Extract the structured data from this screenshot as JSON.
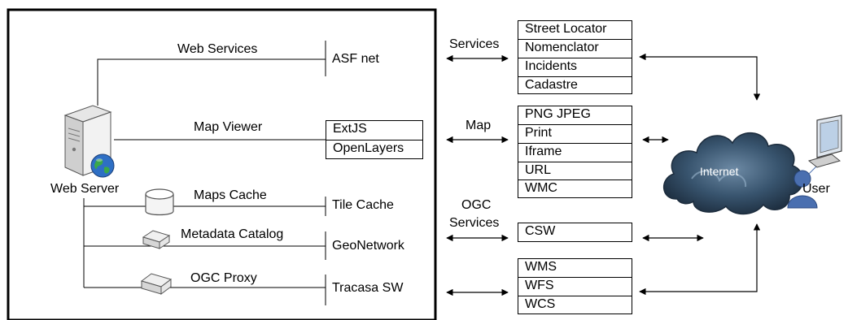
{
  "server": {
    "label": "Web Server"
  },
  "server_links": [
    {
      "label": "Web Services",
      "target": "ASF net"
    },
    {
      "label": "Map Viewer",
      "targets": [
        "ExtJS",
        "OpenLayers"
      ]
    },
    {
      "label": "Maps Cache",
      "target": "Tile Cache"
    },
    {
      "label": "Metadata Catalog",
      "target": "GeoNetwork"
    },
    {
      "label": "OGC Proxy",
      "target": "Tracasa SW"
    }
  ],
  "channels": {
    "services": "Services",
    "map": "Map",
    "ogc": [
      "OGC",
      "Services"
    ]
  },
  "groups": {
    "services": [
      "Street Locator",
      "Nomenclator",
      "Incidents",
      "Cadastre"
    ],
    "map": [
      "PNG  JPEG",
      "Print",
      "Iframe",
      "URL",
      "WMC"
    ],
    "catalog": [
      "CSW"
    ],
    "ogc": [
      "WMS",
      "WFS",
      "WCS"
    ]
  },
  "cloud": {
    "label": "Internet"
  },
  "user": {
    "label": "User"
  },
  "icons": {
    "server": "server-tower-icon",
    "globe": "globe-icon",
    "database": "database-cylinder-icon",
    "proxy_box": "proxy-box-icon",
    "computer": "computer-monitor-icon"
  },
  "colors": {
    "cloud_dark": "#1c2c3d",
    "cloud_mid": "#38546e",
    "cloud_light": "#6d8aa5",
    "user_blue": "#4a6fb0"
  }
}
